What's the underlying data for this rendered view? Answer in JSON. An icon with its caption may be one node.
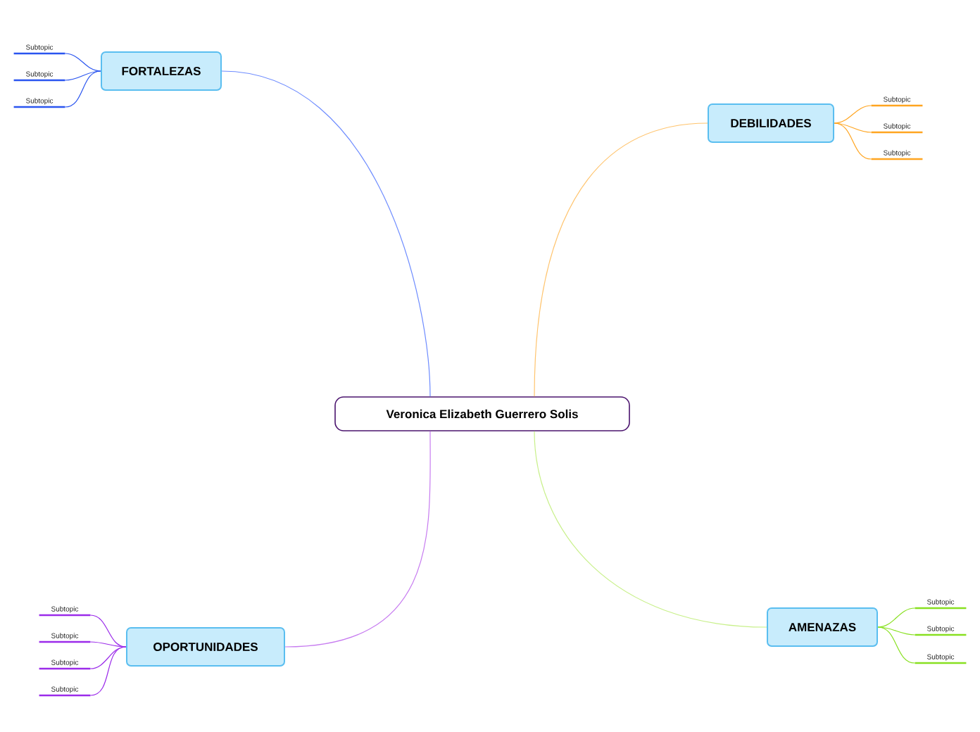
{
  "diagram": {
    "nodes": [
      {
        "text": [
          "Veronica Elizabeth Guerrero Solis"
        ]
      },
      {
        "text": [
          "FORTALEZAS"
        ]
      },
      {
        "text": [
          "DEBILIDADES"
        ]
      },
      {
        "text": [
          "OPORTUNIDADES"
        ]
      },
      {
        "text": [
          "AMENAZAS"
        ]
      },
      {
        "text": [
          "Subtopic"
        ]
      },
      {
        "text": [
          "Subtopic"
        ]
      },
      {
        "text": [
          "Subtopic"
        ]
      },
      {
        "text": [
          "Subtopic"
        ]
      },
      {
        "text": [
          "Subtopic"
        ]
      },
      {
        "text": [
          "Subtopic"
        ]
      },
      {
        "text": [
          "Subtopic"
        ]
      },
      {
        "text": [
          "Subtopic"
        ]
      },
      {
        "text": [
          "Subtopic"
        ]
      },
      {
        "text": [
          "Subtopic"
        ]
      },
      {
        "text": [
          "Subtopic"
        ]
      },
      {
        "text": [
          "Subtopic"
        ]
      },
      {
        "text": [
          "Subtopic"
        ]
      }
    ],
    "edges": [
      {
        "from": 0,
        "to": 1,
        "arrow": "none",
        "color": "#6e8cff"
      },
      {
        "from": 0,
        "to": 2,
        "arrow": "none",
        "color": "#ffc46e"
      },
      {
        "from": 0,
        "to": 3,
        "arrow": "none",
        "color": "#c77cf0"
      },
      {
        "from": 0,
        "to": 4,
        "arrow": "none",
        "color": "#c8f08a"
      },
      {
        "from": 1,
        "to": 5,
        "arrow": "none",
        "color": "#2a55f0"
      },
      {
        "from": 1,
        "to": 6,
        "arrow": "none",
        "color": "#2a55f0"
      },
      {
        "from": 1,
        "to": 7,
        "arrow": "none",
        "color": "#2a55f0"
      },
      {
        "from": 2,
        "to": 8,
        "arrow": "none",
        "color": "#ffa520"
      },
      {
        "from": 2,
        "to": 9,
        "arrow": "none",
        "color": "#ffa520"
      },
      {
        "from": 2,
        "to": 10,
        "arrow": "none",
        "color": "#ffa520"
      },
      {
        "from": 3,
        "to": 11,
        "arrow": "none",
        "color": "#9b2bea"
      },
      {
        "from": 3,
        "to": 12,
        "arrow": "none",
        "color": "#9b2bea"
      },
      {
        "from": 3,
        "to": 13,
        "arrow": "none",
        "color": "#9b2bea"
      },
      {
        "from": 3,
        "to": 14,
        "arrow": "none",
        "color": "#9b2bea"
      },
      {
        "from": 4,
        "to": 15,
        "arrow": "none",
        "color": "#88e020"
      },
      {
        "from": 4,
        "to": 16,
        "arrow": "none",
        "color": "#88e020"
      },
      {
        "from": 4,
        "to": 17,
        "arrow": "none",
        "color": "#88e020"
      }
    ]
  }
}
